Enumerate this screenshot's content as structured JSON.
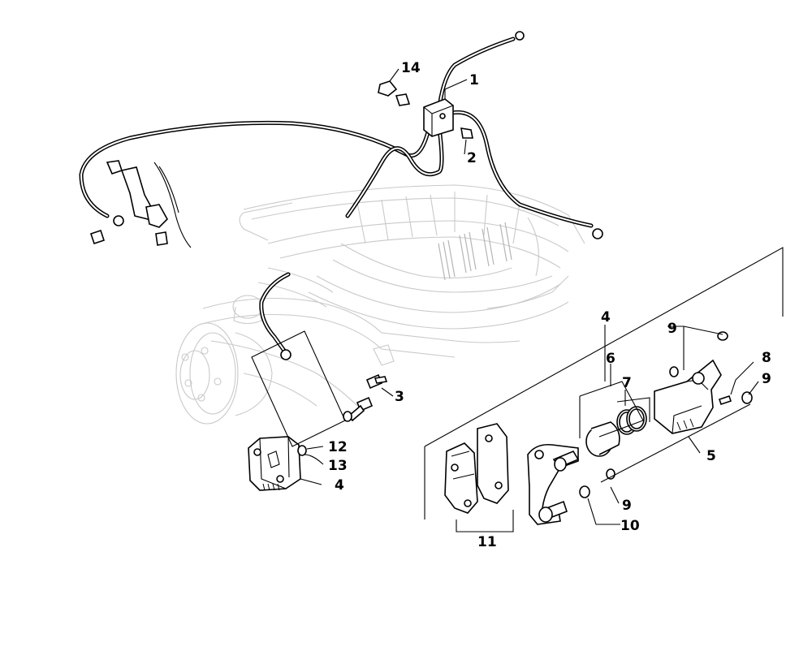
{
  "figure": {
    "callouts": [
      {
        "id": "c1",
        "text": "1"
      },
      {
        "id": "c2",
        "text": "2"
      },
      {
        "id": "c3",
        "text": "3"
      },
      {
        "id": "c4a",
        "text": "4"
      },
      {
        "id": "c4b",
        "text": "4"
      },
      {
        "id": "c5",
        "text": "5"
      },
      {
        "id": "c6",
        "text": "6"
      },
      {
        "id": "c7",
        "text": "7"
      },
      {
        "id": "c8",
        "text": "8"
      },
      {
        "id": "c9a",
        "text": "9"
      },
      {
        "id": "c9b",
        "text": "9"
      },
      {
        "id": "c9c",
        "text": "9"
      },
      {
        "id": "c10",
        "text": "10"
      },
      {
        "id": "c11",
        "text": "11"
      },
      {
        "id": "c12",
        "text": "12"
      },
      {
        "id": "c13",
        "text": "13"
      },
      {
        "id": "c14",
        "text": "14"
      }
    ]
  }
}
